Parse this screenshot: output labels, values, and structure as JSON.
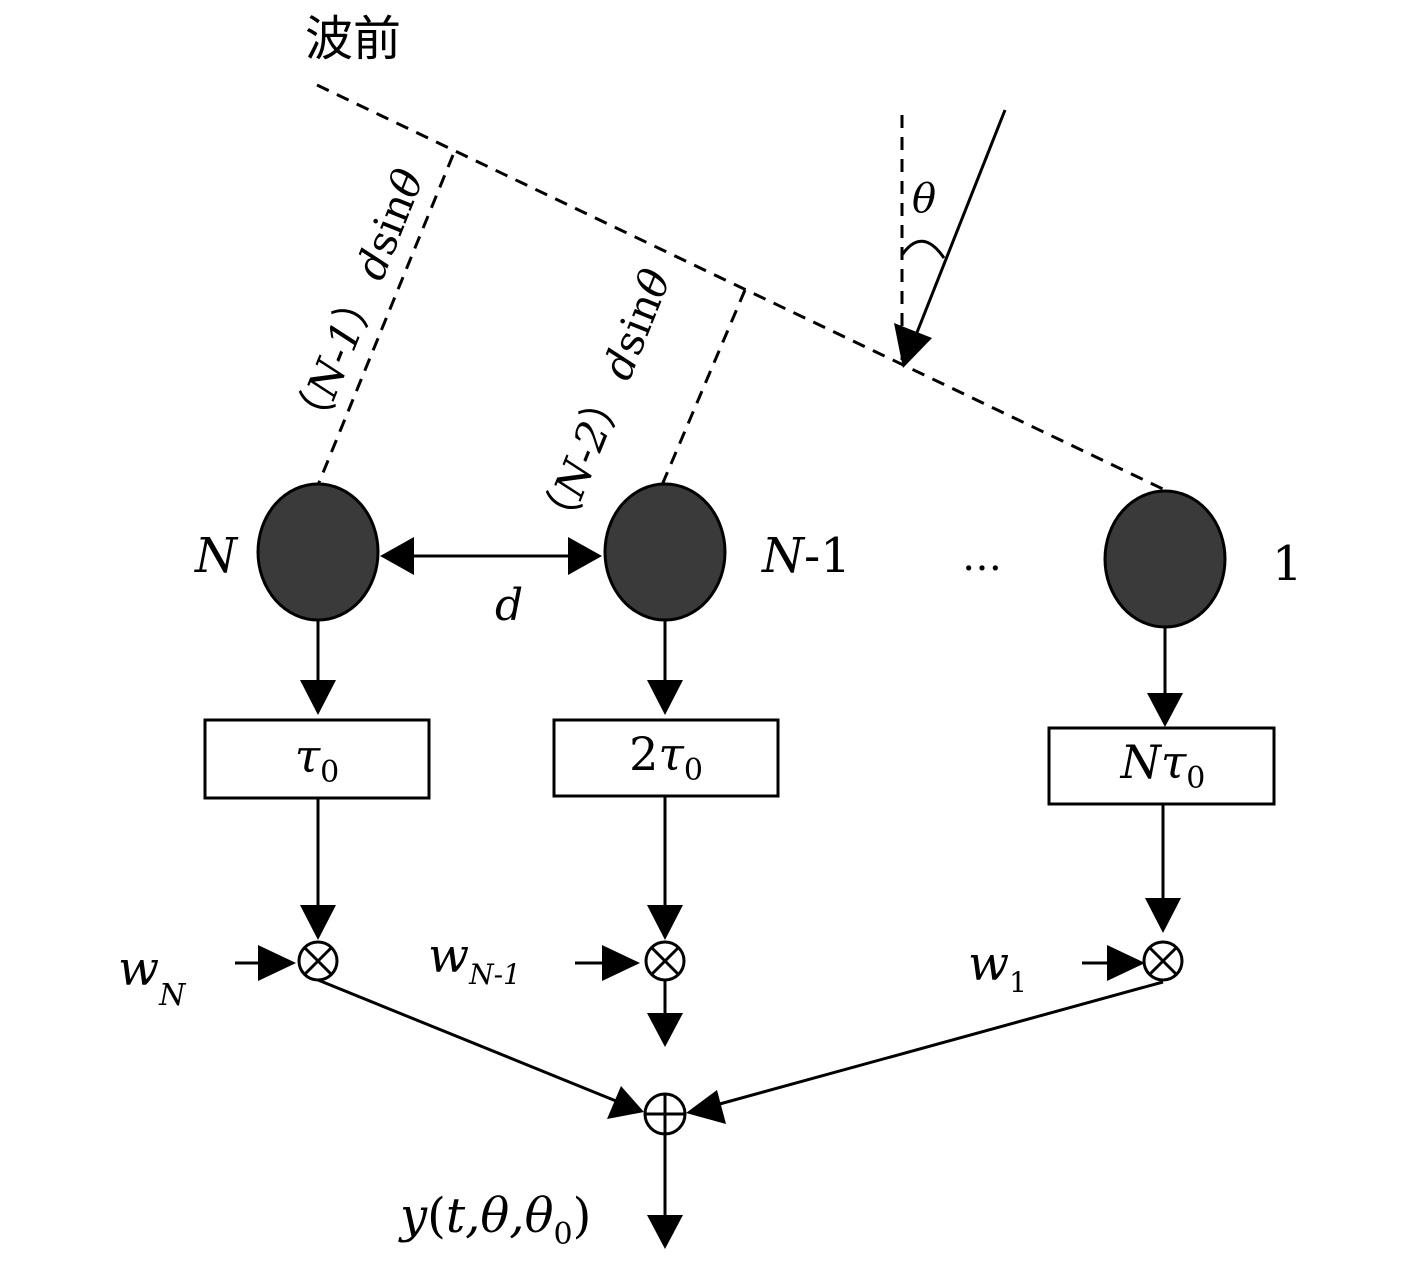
{
  "wavefront": {
    "label": "波前"
  },
  "incidence": {
    "angle_symbol": "θ"
  },
  "path_labels": {
    "first": {
      "prefix": "（",
      "index": "N-1",
      "suffix": "）",
      "d": "d",
      "sin": "sin",
      "theta": "θ"
    },
    "second": {
      "prefix": "（",
      "index": "N-2",
      "suffix": "）",
      "d": "d",
      "sin": "sin",
      "theta": "θ"
    }
  },
  "elements": [
    {
      "label_main": "N",
      "label_rest": ""
    },
    {
      "label_main": "N",
      "label_rest": "-1"
    },
    {
      "label_main": "",
      "label_rest": "1"
    }
  ],
  "ellipsis": "…",
  "spacing_label": "d",
  "delays": [
    {
      "coef": "",
      "coef_italic": false,
      "tau": "τ",
      "sub": "0"
    },
    {
      "coef": "2",
      "coef_italic": false,
      "tau": "τ",
      "sub": "0"
    },
    {
      "coef": "N",
      "coef_italic": true,
      "tau": "τ",
      "sub": "0"
    }
  ],
  "weights": [
    {
      "base": "w",
      "sub": "N"
    },
    {
      "base": "w",
      "sub": "N-1"
    },
    {
      "base": "w",
      "sub": "1"
    }
  ],
  "output": {
    "func": "y",
    "open": "(",
    "args": "t,θ,θ",
    "sub": "0",
    "close": ")"
  },
  "colors": {
    "stroke": "#000000",
    "element_fill": "#3a3a3a",
    "background": "#ffffff"
  }
}
